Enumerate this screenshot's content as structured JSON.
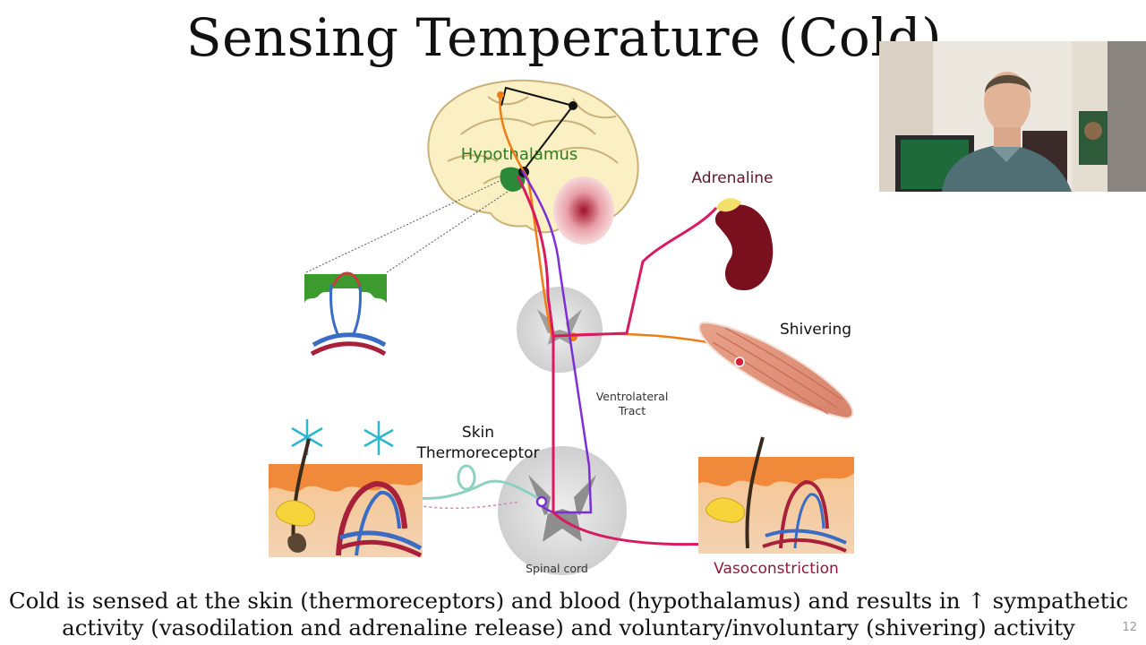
{
  "slide": {
    "title": "Sensing Temperature (Cold)",
    "caption_line1": "Cold is sensed at the skin (thermoreceptors) and blood (hypothalamus) and results in ↑ sympathetic",
    "caption_line2": "activity (vasodilation and adrenaline release) and voluntary/involuntary (shivering) activity",
    "page_number": "12"
  },
  "diagram": {
    "labels": {
      "hypothalamus": "Hypothalamus",
      "adrenaline": "Adrenaline",
      "shivering": "Shivering",
      "ventrolateral_1": "Ventrolateral",
      "ventrolateral_2": "Tract",
      "skin_1": "Skin",
      "skin_2": "Thermoreceptor",
      "spinal_cord": "Spinal cord",
      "vasoconstriction": "Vasoconstriction"
    },
    "colors": {
      "hypothalamus_label": "#2e7d1e",
      "adrenaline_label": "#5a1a2a",
      "vasoconstriction_label": "#8b1a3a",
      "sympathetic_path": "#d81b60",
      "motor_path": "#ef7d16",
      "sensory_path": "#7b2fd6",
      "skin_nerve": "#8fd1c0"
    }
  },
  "webcam": {
    "description_icon": "presenter-video-icon"
  }
}
